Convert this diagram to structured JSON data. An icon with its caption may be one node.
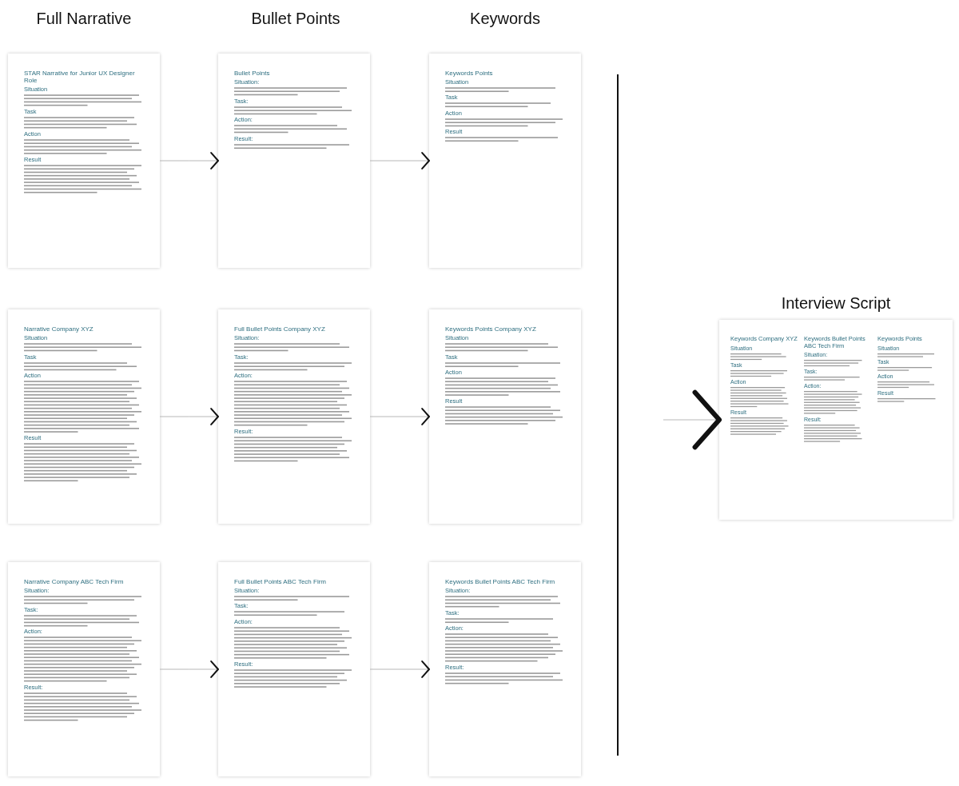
{
  "diagram": {
    "nodes": [
      {
        "text": [
          "STAR Narrative for Junior UX Designer Role",
          "Situation",
          "Task",
          "Action",
          "Result"
        ]
      },
      {
        "text": [
          "Bullet Points",
          "Situation:",
          "Task:",
          "Action:",
          "Result:"
        ]
      },
      {
        "text": [
          "Keywords Points",
          "Situation",
          "Task",
          "Action",
          "Result"
        ]
      },
      {
        "text": [
          "Narrative Company XYZ",
          "Situation",
          "Task",
          "Action",
          "Result"
        ]
      },
      {
        "text": [
          "Full Bullet Points Company XYZ",
          "Situation:",
          "Task:",
          "Action:",
          "Result:"
        ]
      },
      {
        "text": [
          "Keywords Points Company XYZ",
          "Situation",
          "Task",
          "Action",
          "Result"
        ]
      },
      {
        "text": [
          "Narrative Company ABC Tech Firm",
          "Situation:",
          "Task:",
          "Action:",
          "Result:"
        ]
      },
      {
        "text": [
          "Full Bullet Points ABC Tech Firm",
          "Situation:",
          "Task:",
          "Action:",
          "Result:"
        ]
      },
      {
        "text": [
          "Keywords Bullet Points ABC Tech Firm",
          "Situation:",
          "Task:",
          "Action:",
          "Result:"
        ]
      },
      {
        "text": [
          "Interview Script",
          "Keywords Company XYZ",
          "Situation",
          "Task",
          "Action",
          "Result",
          "Keywords Bullet Points ABC Tech Firm",
          "Situation:",
          "Task:",
          "Action:",
          "Result:",
          "Keywords Points",
          "Situation",
          "Task",
          "Action",
          "Result"
        ]
      }
    ],
    "edges": [
      {
        "from": 0,
        "to": 1,
        "arrow": "to"
      },
      {
        "from": 1,
        "to": 2,
        "arrow": "to"
      },
      {
        "from": 3,
        "to": 4,
        "arrow": "to"
      },
      {
        "from": 4,
        "to": 5,
        "arrow": "to"
      },
      {
        "from": 6,
        "to": 7,
        "arrow": "to"
      },
      {
        "from": 7,
        "to": 8,
        "arrow": "to"
      },
      {
        "from": null,
        "to": 9,
        "arrow": "to"
      }
    ],
    "labels": [
      "Full Narrative",
      "Bullet Points",
      "Keywords"
    ]
  }
}
